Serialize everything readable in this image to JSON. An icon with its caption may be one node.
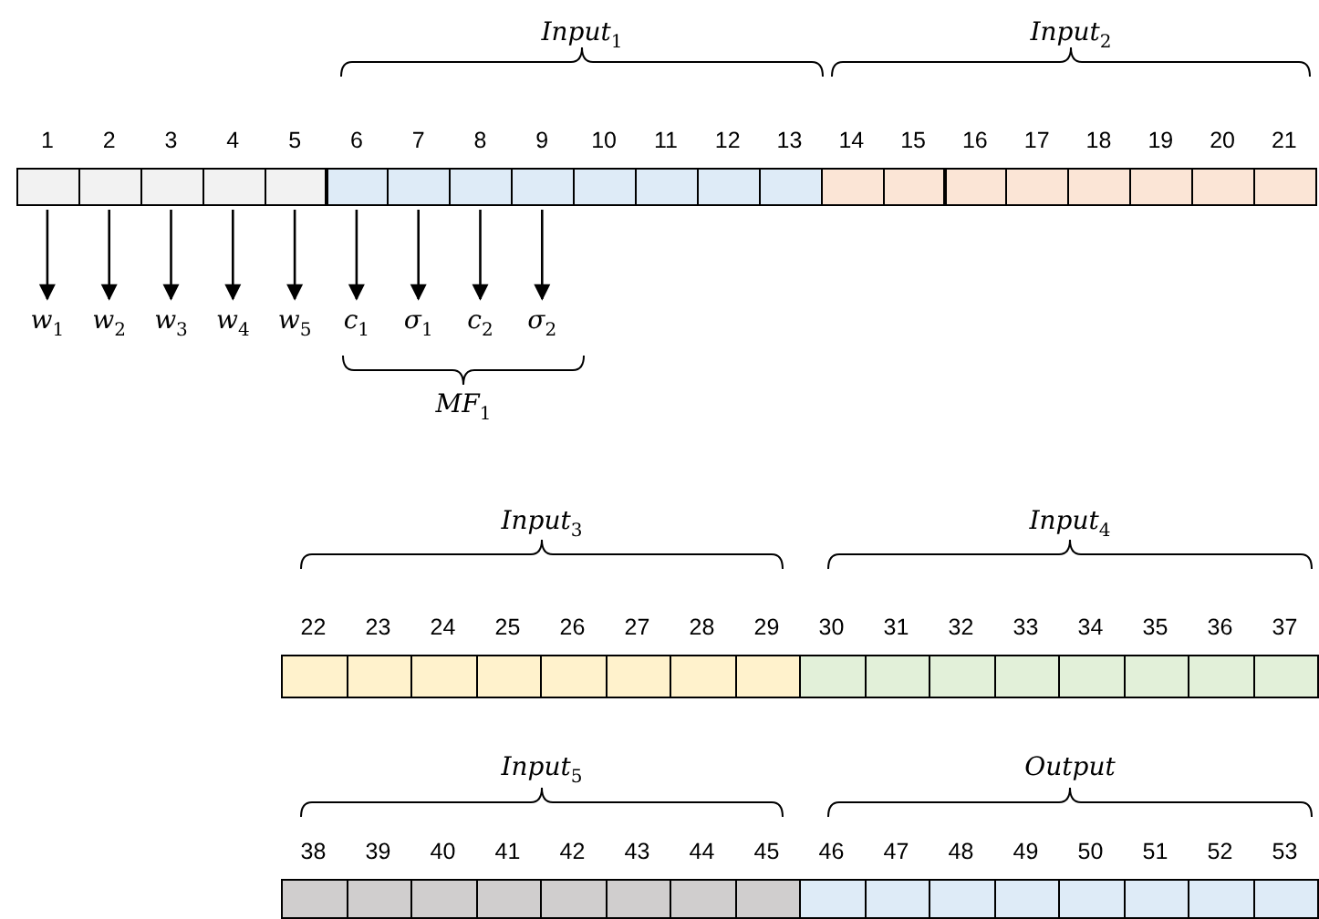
{
  "diagram": {
    "nodes": [
      {
        "text": [],
        "shape": "box",
        "beside": [
          "1"
        ]
      },
      {
        "text": [],
        "shape": "box",
        "beside": [
          "2"
        ]
      },
      {
        "text": [],
        "shape": "box",
        "beside": [
          "3"
        ]
      },
      {
        "text": [],
        "shape": "box",
        "beside": [
          "4"
        ]
      },
      {
        "text": [],
        "shape": "box",
        "beside": [
          "5"
        ]
      },
      {
        "text": [],
        "shape": "box",
        "beside": [
          "6"
        ]
      },
      {
        "text": [],
        "shape": "box",
        "beside": [
          "7"
        ]
      },
      {
        "text": [],
        "shape": "box",
        "beside": [
          "8"
        ]
      },
      {
        "text": [],
        "shape": "box",
        "beside": [
          "9"
        ]
      },
      {
        "text": [],
        "shape": "box",
        "beside": [
          "10"
        ]
      },
      {
        "text": [],
        "shape": "box",
        "beside": [
          "11"
        ]
      },
      {
        "text": [],
        "shape": "box",
        "beside": [
          "12"
        ]
      },
      {
        "text": [],
        "shape": "box",
        "beside": [
          "13"
        ]
      },
      {
        "text": [],
        "shape": "box",
        "beside": [
          "14"
        ]
      },
      {
        "text": [],
        "shape": "box",
        "beside": [
          "15"
        ]
      },
      {
        "text": [],
        "shape": "box",
        "beside": [
          "16"
        ]
      },
      {
        "text": [],
        "shape": "box",
        "beside": [
          "17"
        ]
      },
      {
        "text": [],
        "shape": "box",
        "beside": [
          "18"
        ]
      },
      {
        "text": [],
        "shape": "box",
        "beside": [
          "19"
        ]
      },
      {
        "text": [],
        "shape": "box",
        "beside": [
          "20"
        ]
      },
      {
        "text": [],
        "shape": "box",
        "beside": [
          "21"
        ]
      },
      {
        "text": [
          "*w*$_{1}$"
        ]
      },
      {
        "text": [
          "*w*$_{2}$"
        ]
      },
      {
        "text": [
          "*w*$_{3}$"
        ]
      },
      {
        "text": [
          "*w*$_{4}$"
        ]
      },
      {
        "text": [
          "*w*$_{5}$"
        ]
      },
      {
        "text": [
          "*c*$_{1}$"
        ]
      },
      {
        "text": [
          "*σ*$_{1}$"
        ]
      },
      {
        "text": [
          "*c*$_{2}$"
        ]
      },
      {
        "text": [
          "*σ*$_{2}$"
        ]
      },
      {
        "text": [],
        "shape": "box",
        "beside": [
          "22"
        ]
      },
      {
        "text": [],
        "shape": "box",
        "beside": [
          "23"
        ]
      },
      {
        "text": [],
        "shape": "box",
        "beside": [
          "24"
        ]
      },
      {
        "text": [],
        "shape": "box",
        "beside": [
          "25"
        ]
      },
      {
        "text": [],
        "shape": "box",
        "beside": [
          "26"
        ]
      },
      {
        "text": [],
        "shape": "box",
        "beside": [
          "27"
        ]
      },
      {
        "text": [],
        "shape": "box",
        "beside": [
          "28"
        ]
      },
      {
        "text": [],
        "shape": "box",
        "beside": [
          "29"
        ]
      },
      {
        "text": [],
        "shape": "box",
        "beside": [
          "30"
        ]
      },
      {
        "text": [],
        "shape": "box",
        "beside": [
          "31"
        ]
      },
      {
        "text": [],
        "shape": "box",
        "beside": [
          "32"
        ]
      },
      {
        "text": [],
        "shape": "box",
        "beside": [
          "33"
        ]
      },
      {
        "text": [],
        "shape": "box",
        "beside": [
          "34"
        ]
      },
      {
        "text": [],
        "shape": "box",
        "beside": [
          "35"
        ]
      },
      {
        "text": [],
        "shape": "box",
        "beside": [
          "36"
        ]
      },
      {
        "text": [],
        "shape": "box",
        "beside": [
          "37"
        ]
      },
      {
        "text": [],
        "shape": "box",
        "beside": [
          "38"
        ]
      },
      {
        "text": [],
        "shape": "box",
        "beside": [
          "39"
        ]
      },
      {
        "text": [],
        "shape": "box",
        "beside": [
          "40"
        ]
      },
      {
        "text": [],
        "shape": "box",
        "beside": [
          "41"
        ]
      },
      {
        "text": [],
        "shape": "box",
        "beside": [
          "42"
        ]
      },
      {
        "text": [],
        "shape": "box",
        "beside": [
          "43"
        ]
      },
      {
        "text": [],
        "shape": "box",
        "beside": [
          "44"
        ]
      },
      {
        "text": [],
        "shape": "box",
        "beside": [
          "45"
        ]
      },
      {
        "text": [],
        "shape": "box",
        "beside": [
          "46"
        ]
      },
      {
        "text": [],
        "shape": "box",
        "beside": [
          "47"
        ]
      },
      {
        "text": [],
        "shape": "box",
        "beside": [
          "48"
        ]
      },
      {
        "text": [],
        "shape": "box",
        "beside": [
          "49"
        ]
      },
      {
        "text": [],
        "shape": "box",
        "beside": [
          "50"
        ]
      },
      {
        "text": [],
        "shape": "box",
        "beside": [
          "51"
        ]
      },
      {
        "text": [],
        "shape": "box",
        "beside": [
          "52"
        ]
      },
      {
        "text": [],
        "shape": "box",
        "beside": [
          "53"
        ]
      }
    ],
    "edges": [
      {
        "from": 0,
        "to": 21,
        "arrow": "to"
      },
      {
        "from": 1,
        "to": 22,
        "arrow": "to"
      },
      {
        "from": 2,
        "to": 23,
        "arrow": "to"
      },
      {
        "from": 3,
        "to": 24,
        "arrow": "to"
      },
      {
        "from": 4,
        "to": 25,
        "arrow": "to"
      },
      {
        "from": 5,
        "to": 26,
        "arrow": "to"
      },
      {
        "from": 6,
        "to": 27,
        "arrow": "to"
      },
      {
        "from": 7,
        "to": 28,
        "arrow": "to"
      },
      {
        "from": 8,
        "to": 29,
        "arrow": "to"
      }
    ],
    "labels": [
      "*Input*$_{1}$",
      "*Input*$_{2}$",
      "*MF*$_{1}$",
      "*Input*$_{3}$",
      "*Input*$_{4}$",
      "*Input*$_{5}$",
      "*Output*"
    ]
  }
}
